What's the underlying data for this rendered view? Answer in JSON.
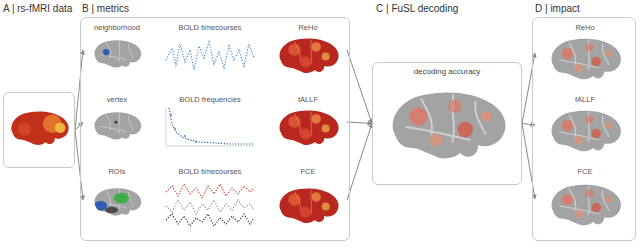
{
  "diagram": {
    "nodes": [
      {
        "text": [
          "A | rs-fMRI data"
        ]
      },
      {
        "text": [
          "B | metrics"
        ]
      },
      {
        "text": [
          "neighborhood"
        ],
        "in": 1
      },
      {
        "text": [
          "BOLD timecourses"
        ],
        "in": 1
      },
      {
        "text": [
          "ReHo"
        ],
        "in": 1
      },
      {
        "text": [
          "vertex"
        ],
        "in": 1
      },
      {
        "text": [
          "BOLD frequencies"
        ],
        "in": 1
      },
      {
        "text": [
          "fALLF"
        ],
        "in": 1
      },
      {
        "text": [
          "ROIs"
        ],
        "in": 1
      },
      {
        "text": [
          "BOLD timecourses"
        ],
        "in": 1
      },
      {
        "text": [
          "FCE"
        ],
        "in": 1
      },
      {
        "text": [
          "C | FuSL decoding",
          "decoding accuracy"
        ]
      },
      {
        "text": [
          "D | impact"
        ]
      },
      {
        "text": [
          "ReHo"
        ],
        "in": 12
      },
      {
        "text": [
          "fALLF"
        ],
        "in": 12
      },
      {
        "text": [
          "FCE"
        ],
        "in": 12
      }
    ],
    "edges": [
      {
        "from": 0,
        "to": 2,
        "arrow": "to"
      },
      {
        "from": 0,
        "to": 5,
        "arrow": "to"
      },
      {
        "from": 0,
        "to": 8,
        "arrow": "to"
      },
      {
        "from": 4,
        "to": 11,
        "arrow": "to"
      },
      {
        "from": 7,
        "to": 11,
        "arrow": "to"
      },
      {
        "from": 10,
        "to": 11,
        "arrow": "to"
      },
      {
        "from": 11,
        "to": 13,
        "arrow": "to"
      },
      {
        "from": 11,
        "to": 14,
        "arrow": "to"
      },
      {
        "from": 11,
        "to": 15,
        "arrow": "to"
      }
    ]
  }
}
